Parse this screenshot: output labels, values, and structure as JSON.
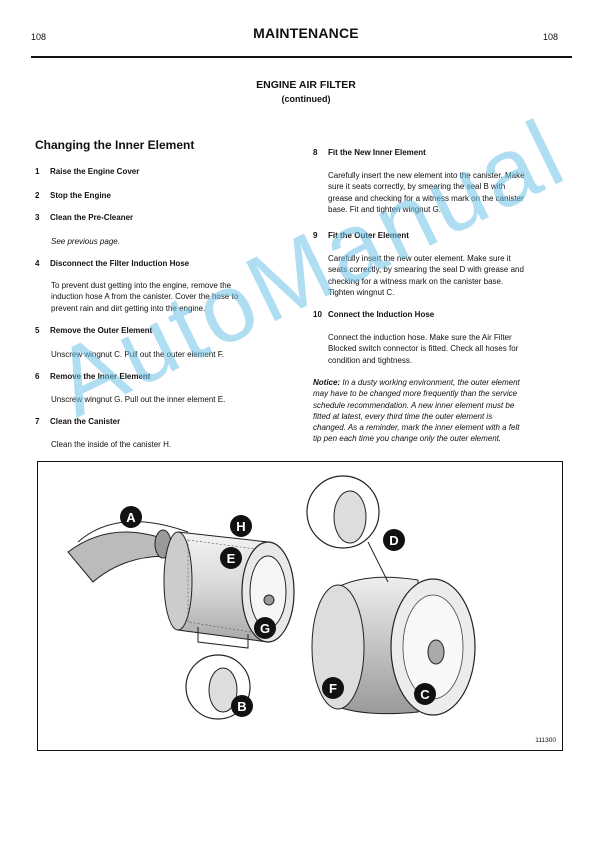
{
  "header": {
    "page_left": "108",
    "section": "MAINTENANCE",
    "page_right": "108"
  },
  "title": {
    "main": "ENGINE AIR FILTER",
    "sub": "(continued)"
  },
  "heading": "Changing the Inner Element",
  "left_steps": [
    {
      "num": "1",
      "title": "Raise the Engine Cover"
    },
    {
      "num": "2",
      "title": "Stop the Engine"
    },
    {
      "num": "3",
      "title": "Clean the Pre-Cleaner",
      "body_italic": "See previous page."
    },
    {
      "num": "4",
      "title": "Disconnect the Filter Induction Hose",
      "body_lines": [
        "To prevent dust getting into the engine, remove the",
        "induction hose A from the canister. Cover the hose to",
        "prevent rain and dirt getting into the engine."
      ]
    },
    {
      "num": "5",
      "title": "Remove the Outer Element",
      "body_lines": [
        "Unscrew wingnut C. Pull out the outer element F."
      ]
    },
    {
      "num": "6",
      "title": "Remove the Inner Element",
      "body_lines": [
        "Unscrew wingnut G. Pull out the inner element E."
      ]
    },
    {
      "num": "7",
      "title": "Clean the Canister",
      "body_lines": [
        "Clean the inside of the canister H."
      ]
    }
  ],
  "right_steps": [
    {
      "num": "8",
      "title": "Fit the New Inner Element",
      "body_lines": [
        "Carefully insert the new element into the canister. Make",
        "sure it seats correctly, by smearing the seal B with",
        "grease and checking for a witness mark on the canister",
        "base. Fit and tighten wingnut G."
      ]
    },
    {
      "num": "9",
      "title": "Fit the Outer Element",
      "body_lines": [
        "Carefully insert the new outer element. Make sure it",
        "seats correctly, by smearing the seal D with grease and",
        "checking for a witness mark on the canister base.",
        "Tighten wingnut C."
      ]
    },
    {
      "num": "10",
      "title": "Connect the Induction Hose",
      "body_lines": [
        "Connect the induction hose. Make sure the Air Filter",
        "Blocked switch connector is fitted. Check all hoses for",
        "condition and tightness."
      ]
    }
  ],
  "notice": {
    "label": "Notice:",
    "lines": [
      " In a dusty working environment, the outer element",
      "may have to be changed more frequently than the service",
      "schedule recommendation. A new inner element must be",
      "fitted at latest, every third time the outer element is",
      "changed. As a reminder, mark the inner element with a felt",
      "tip pen each time you change only the outer element."
    ]
  },
  "figure": {
    "callouts": [
      "A",
      "H",
      "E",
      "G",
      "B",
      "D",
      "F",
      "C"
    ],
    "ref": "111300"
  },
  "watermark": "AutoManual",
  "colors": {
    "watermark": "#6fc3e8",
    "callout": "#111111"
  }
}
